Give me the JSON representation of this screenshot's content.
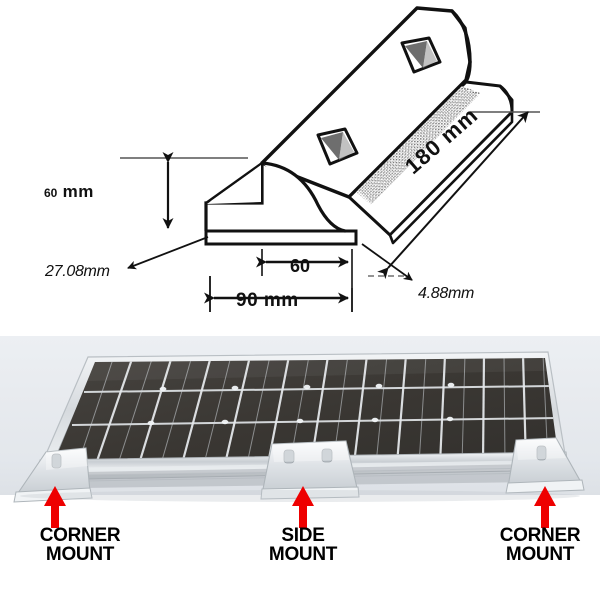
{
  "drawing": {
    "title": "Solar panel mounting bracket dimensioned drawing",
    "dimensions": {
      "height_60mm": "60",
      "height_60mm_unit": "mm",
      "thickness_27": "27.08mm",
      "inner_width_60": "60",
      "overall_width_90": "90 mm",
      "wall_488": "4.88mm",
      "length_180": "180 mm"
    }
  },
  "photo": {
    "alt": "Solar panel on corner and side mounting brackets",
    "labels": {
      "corner_left_line1": "CORNER",
      "corner_left_line2": "MOUNT",
      "side_line1": "SIDE",
      "side_line2": "MOUNT",
      "corner_right_line1": "CORNER",
      "corner_right_line2": "MOUNT"
    },
    "arrow_color": "#ee0000"
  },
  "colors": {
    "ink": "#111111",
    "arrow_red": "#ee0000",
    "panel_cell": "#3a3834",
    "frame_silver": "#d8dcdf",
    "photo_bg": "#e7eaee"
  }
}
